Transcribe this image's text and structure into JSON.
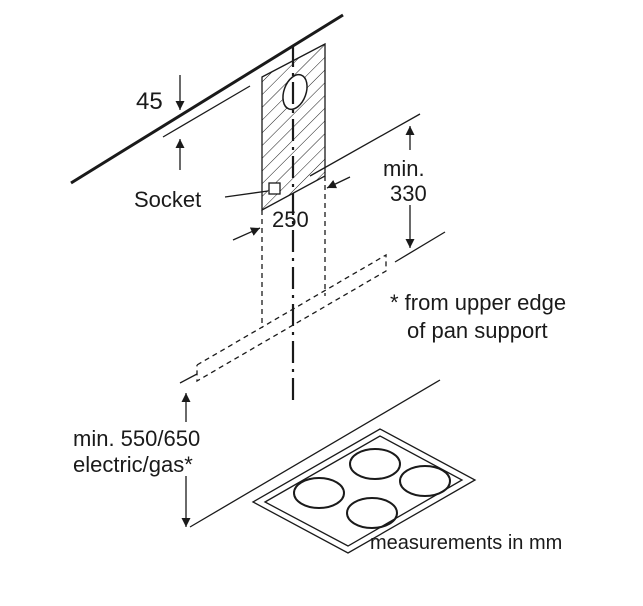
{
  "labels": {
    "dim_45": "45",
    "socket": "Socket",
    "dim_250": "250",
    "min": "min.",
    "dim_330": "330",
    "note_line1": "* from upper edge",
    "note_line2": "of pan support",
    "min_550_650": "min. 550/650",
    "electric_gas": "electric/gas*",
    "measurements": "measurements in mm"
  },
  "colors": {
    "line": "#1a1a1a",
    "background": "#ffffff"
  }
}
